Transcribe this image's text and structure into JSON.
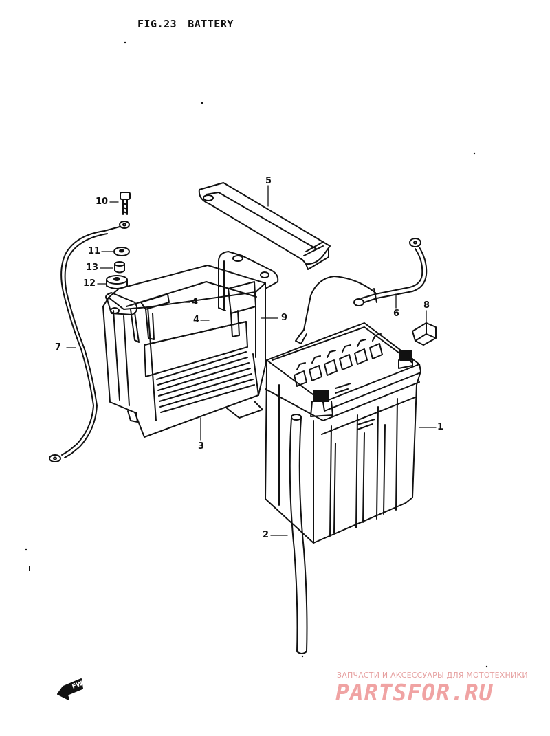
{
  "header": {
    "fig": "FIG.23",
    "title": "BATTERY"
  },
  "parts": [
    {
      "number": "1"
    },
    {
      "number": "2"
    },
    {
      "number": "3"
    },
    {
      "number": "4"
    },
    {
      "number": "4"
    },
    {
      "number": "5"
    },
    {
      "number": "6"
    },
    {
      "number": "7"
    },
    {
      "number": "8"
    },
    {
      "number": "9"
    },
    {
      "number": "10"
    },
    {
      "number": "11"
    },
    {
      "number": "12"
    },
    {
      "number": "13"
    }
  ],
  "forward_arrow": {
    "label": "FWD"
  },
  "watermark": {
    "subtitle": "ЗАПЧАСТИ И АКСЕССУАРЫ ДЛЯ МОТОТЕХНИКИ",
    "brand": "PARTSFOR.RU",
    "color": "#f0a3a3"
  },
  "colors": {
    "ink": "#111111",
    "background": "#ffffff"
  }
}
